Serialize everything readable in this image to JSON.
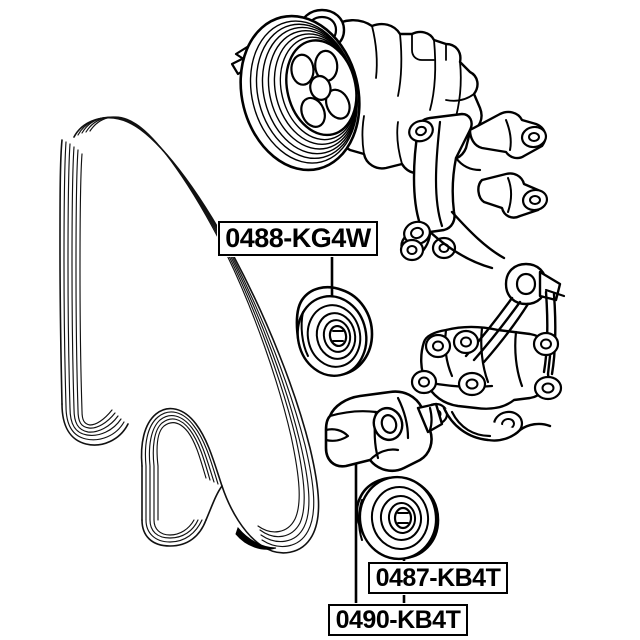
{
  "diagram": {
    "type": "automotive-parts-exploded-diagram",
    "subject": "Serpentine drive belt, idler pulley, belt tensioner and mounting brackets",
    "background_color": "#ffffff",
    "line_color": "#000000"
  },
  "callouts": [
    {
      "id": "callout-0488",
      "part_number": "0488-KG4W",
      "points_to": "idler-pulley",
      "leader": "vertical line downward from box to idler pulley"
    },
    {
      "id": "callout-0487",
      "part_number": "0487-KB4T",
      "points_to": "tensioner-pulley",
      "leader": "vertical line upward from box to tensioner pulley"
    },
    {
      "id": "callout-0490",
      "part_number": "0490-KB4T",
      "points_to": "belt-tensioner-assembly",
      "leader": "vertical line upward from box to tensioner arm body"
    }
  ],
  "parts": [
    {
      "name": "power-steering-pump",
      "label": "Power steering pump with grooved pulley",
      "position": "top-center"
    },
    {
      "name": "mounting-bracket-upper",
      "label": "Upper mounting bracket",
      "position": "top-right"
    },
    {
      "name": "mounting-bracket-lower",
      "label": "Lower mounting bracket assembly",
      "position": "middle-right"
    },
    {
      "name": "idler-pulley",
      "label": "Idler pulley",
      "position": "center"
    },
    {
      "name": "belt-tensioner-assembly",
      "label": "Belt tensioner assembly",
      "position": "bottom-center"
    },
    {
      "name": "tensioner-pulley",
      "label": "Tensioner pulley",
      "position": "bottom-center"
    },
    {
      "name": "serpentine-belt",
      "label": "Multi-rib serpentine drive belt",
      "position": "left"
    }
  ]
}
